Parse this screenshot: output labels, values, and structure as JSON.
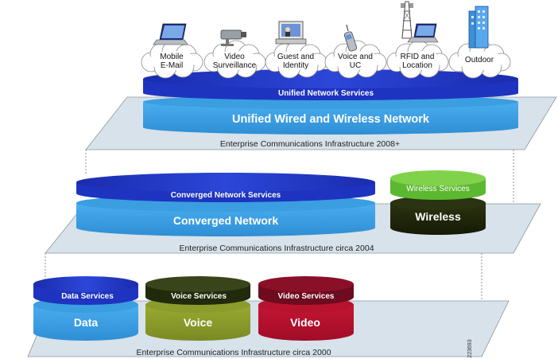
{
  "tiers": {
    "top": {
      "caption": "Enterprise Communications Infrastructure 2008+",
      "services_label": "Unified Network Services",
      "network_label": "Unified Wired and Wireless Network",
      "clouds": [
        {
          "line1": "Mobile",
          "line2": "E-Mail",
          "icon": "laptop-icon"
        },
        {
          "line1": "Video",
          "line2": "Surveillance",
          "icon": "camera-icon"
        },
        {
          "line1": "Guest and",
          "line2": "Identity",
          "icon": "kiosk-icon"
        },
        {
          "line1": "Voice and",
          "line2": "UC",
          "icon": "phone-icon"
        },
        {
          "line1": "RFID and",
          "line2": "Location",
          "icon": "rfid-tower-icon"
        },
        {
          "line1": "Outdoor",
          "line2": "",
          "icon": "building-icon"
        }
      ]
    },
    "middle": {
      "caption": "Enterprise Communications Infrastructure circa 2004",
      "services_label": "Converged Network Services",
      "network_label": "Converged Network",
      "wireless_services_label": "Wireless Services",
      "wireless_label": "Wireless"
    },
    "bottom": {
      "caption": "Enterprise Communications Infrastructure circa 2000",
      "cylinders": [
        {
          "services_label": "Data Services",
          "label": "Data"
        },
        {
          "services_label": "Voice Services",
          "label": "Voice"
        },
        {
          "services_label": "Video Services",
          "label": "Video"
        }
      ]
    }
  },
  "figure_id": "223693",
  "colors": {
    "platform_fill": "#d7e2ea",
    "blue_dark": "#1e34c0",
    "blue_light": "#3d9fe0",
    "green_dark": "#222a0c",
    "green_light": "#6bc23c",
    "olive": "#8a9a2b",
    "maroon": "#b1102c"
  }
}
